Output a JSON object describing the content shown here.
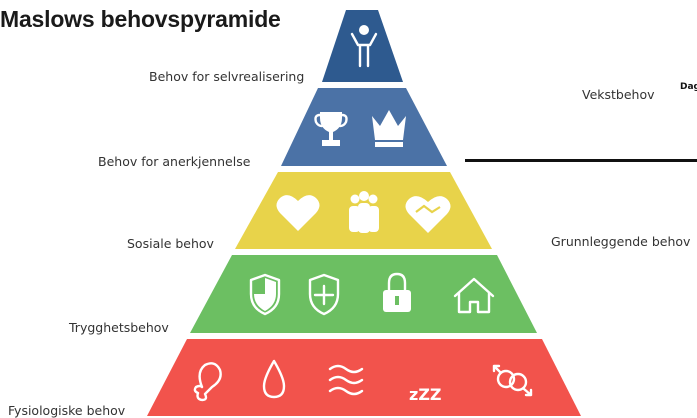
{
  "title": "Maslows behovspyramide",
  "levels": [
    {
      "label": "Behov for selvrealisering",
      "color": "#2e5a8f",
      "icons": [
        "person-arms-raised-icon"
      ]
    },
    {
      "label": "Behov for anerkjennelse",
      "color": "#4b72a6",
      "icons": [
        "trophy-icon",
        "crown-icon"
      ]
    },
    {
      "label": "Sosiale behov",
      "color": "#e8d34a",
      "icons": [
        "heart-icon",
        "group-icon",
        "handshake-heart-icon"
      ]
    },
    {
      "label": "Trygghetsbehov",
      "color": "#6cbf62",
      "icons": [
        "shield-icon",
        "shield-plus-icon",
        "padlock-icon",
        "house-icon"
      ]
    },
    {
      "label": "Fysiologiske behov",
      "color": "#f2534c",
      "icons": [
        "drumstick-icon",
        "water-drop-icon",
        "air-waves-icon",
        "sleep-zzz-icon",
        "gender-symbols-icon"
      ]
    }
  ],
  "right_labels": {
    "growth": "Vekstbehov",
    "basic": "Grunnleggende behov",
    "partial": "Dag"
  },
  "sleep_text": "zZZ"
}
